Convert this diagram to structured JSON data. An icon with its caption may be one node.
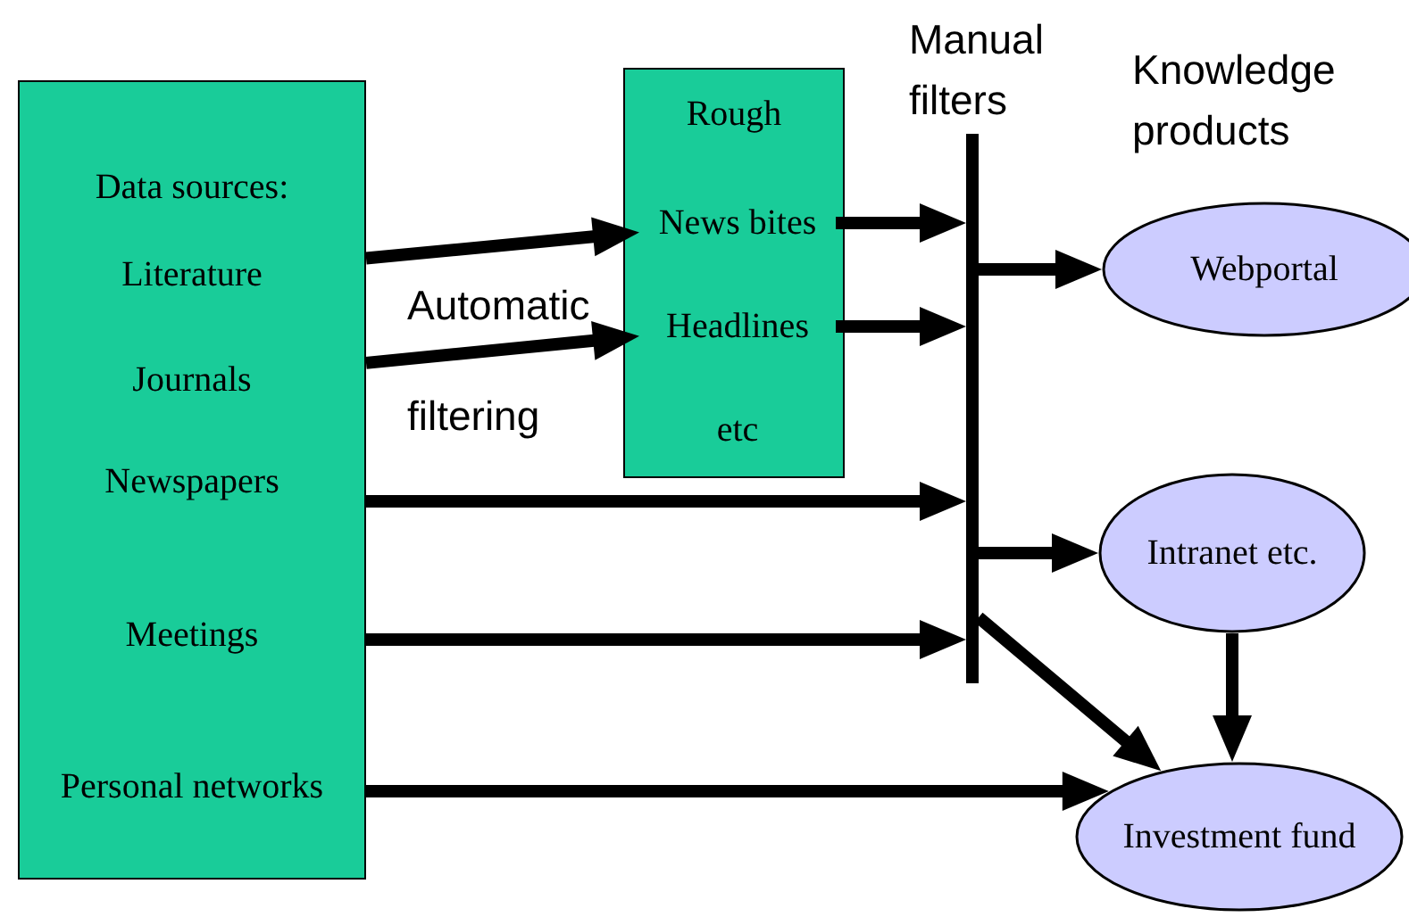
{
  "diagram": {
    "nodes": [
      {
        "text": [
          "Data sources:"
        ]
      },
      {
        "text": [
          "Literature"
        ],
        "in": 0
      },
      {
        "text": [
          "Journals"
        ],
        "in": 0
      },
      {
        "text": [
          "Newspapers"
        ],
        "in": 0
      },
      {
        "text": [
          "Meetings"
        ],
        "in": 0
      },
      {
        "text": [
          "Personal networks"
        ],
        "in": 0
      },
      {
        "text": [
          "Rough"
        ]
      },
      {
        "text": [
          "News bites"
        ],
        "in": 6
      },
      {
        "text": [
          "Headlines"
        ],
        "in": 6
      },
      {
        "text": [
          "etc"
        ],
        "in": 6
      },
      {
        "text": [],
        "shape": "bar",
        "beside": [
          "Manual filters"
        ]
      },
      {
        "text": [
          "Webportal"
        ]
      },
      {
        "text": [
          "Intranet etc."
        ]
      },
      {
        "text": [
          "Investment fund"
        ]
      }
    ],
    "edges": [
      {
        "from": 1,
        "to": 7,
        "arrow": "to"
      },
      {
        "from": 2,
        "to": 8,
        "arrow": "to"
      },
      {
        "from": 7,
        "to": 10,
        "arrow": "to"
      },
      {
        "from": 8,
        "to": 10,
        "arrow": "to"
      },
      {
        "from": 3,
        "to": 10,
        "arrow": "to"
      },
      {
        "from": 4,
        "to": 10,
        "arrow": "to"
      },
      {
        "from": 10,
        "to": 11,
        "arrow": "to"
      },
      {
        "from": 10,
        "to": 12,
        "arrow": "to"
      },
      {
        "from": 10,
        "to": 13,
        "arrow": "to"
      },
      {
        "from": 12,
        "to": 13,
        "arrow": "to"
      },
      {
        "from": 5,
        "to": 13,
        "arrow": "to"
      }
    ],
    "labels": [
      "Automatic filtering",
      "Knowledge products"
    ]
  }
}
